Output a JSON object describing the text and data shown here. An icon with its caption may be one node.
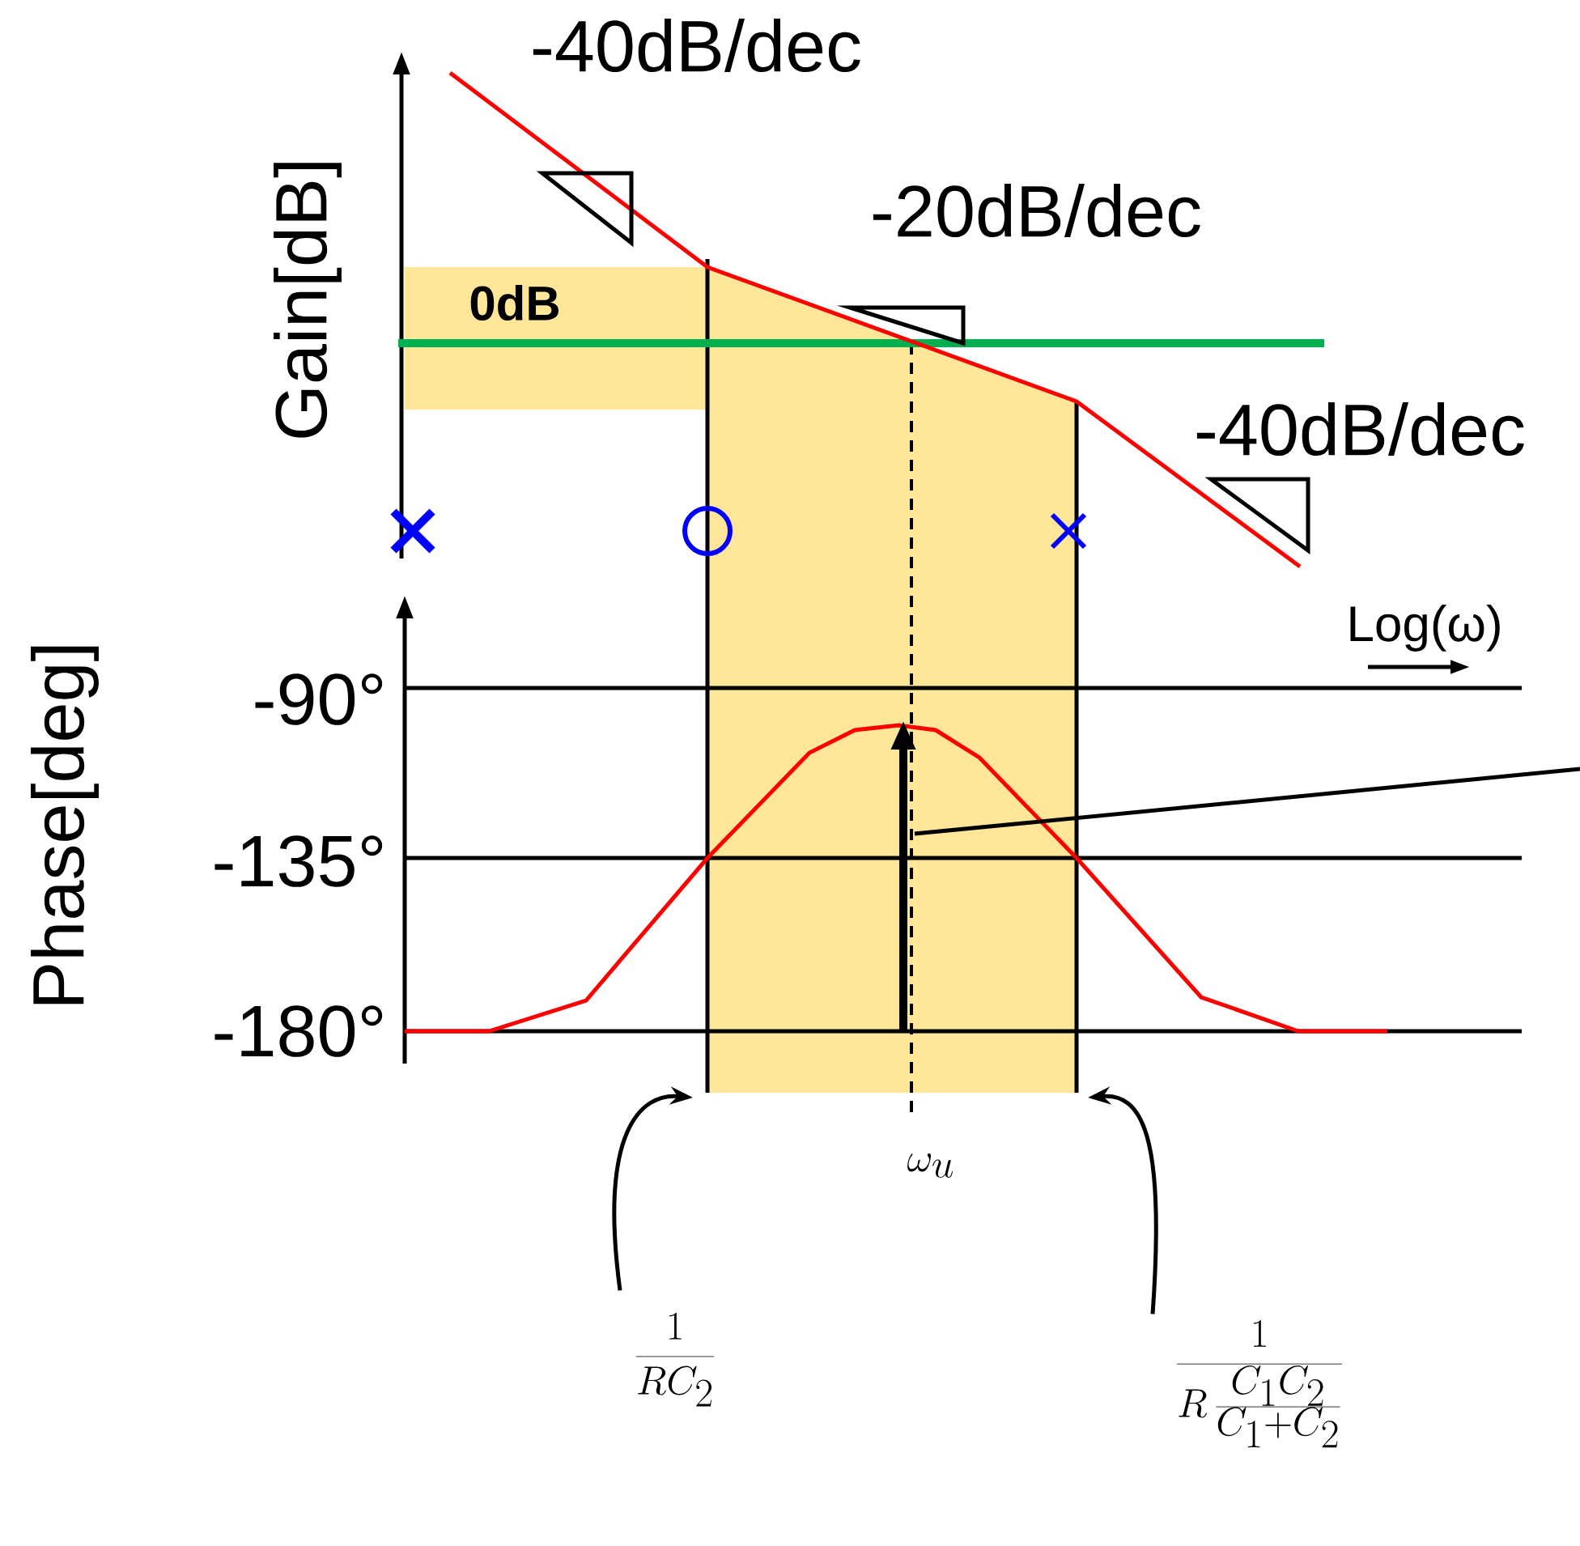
{
  "diagram": {
    "nodes": [
      {
        "text": [
          "\\frac{1}{RC_2}"
        ]
      },
      {
        "text": [
          "\\frac{1}{R\\,\\frac{C_1C_2}{C_1+C_2}}"
        ]
      }
    ],
    "edges": [
      {
        "from": 0,
        "to": null,
        "arrow": "to"
      },
      {
        "from": 1,
        "to": null,
        "arrow": "to"
      }
    ],
    "labels": [
      "-40dB/dec",
      "-20dB/dec",
      "-40dB/dec",
      "0dB",
      "Gain[dB]",
      "Phase[deg]",
      "-90°",
      "-135°",
      "-180°",
      "Log(ω)",
      "\\omega_u"
    ]
  }
}
